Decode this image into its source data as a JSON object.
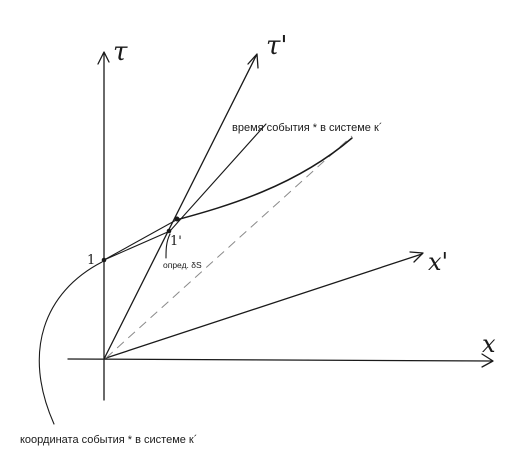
{
  "diagram": {
    "axis_labels": {
      "tau": "τ",
      "tau_prime": "τ'",
      "x": "x",
      "x_prime": "x'"
    },
    "point_labels": {
      "one": "1",
      "one_prime": "1'"
    },
    "annotations": {
      "event_time": "время события * в системе к´",
      "event_coordinate": "координата события * в системе к´",
      "interval_note": "опред. δS"
    },
    "colors": {
      "ink": "#1a1a1a",
      "dashed": "#8a8a8a",
      "background": "#ffffff"
    }
  }
}
